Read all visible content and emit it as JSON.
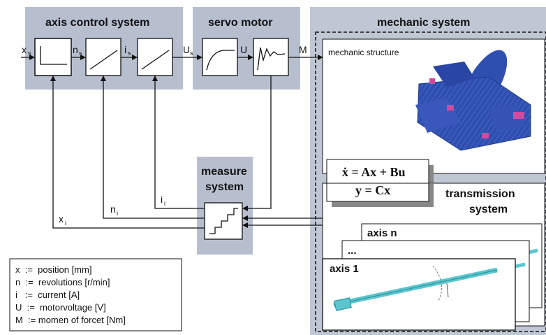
{
  "titles": {
    "axis_control": "axis control system",
    "servo": "servo motor",
    "mechanic": "mechanic system",
    "measure_1": "measure",
    "measure_2": "system",
    "mech_structure": "mechanic structure",
    "transmission_1": "transmission",
    "transmission_2": "system"
  },
  "signals": {
    "xs_main": "x",
    "xs_sub": "s",
    "ns_main": "n",
    "ns_sub": "s",
    "is_main": "i",
    "is_sub": "s",
    "us_main": "U",
    "us_sub": "s",
    "u": "U",
    "m": "M",
    "ii_main": "i",
    "ii_sub": "i",
    "ni_main": "n",
    "ni_sub": "i",
    "xi_main": "x",
    "xi_sub": "i"
  },
  "equation": {
    "line1": "ẋ = Ax + Bu",
    "line2": "y = Cx"
  },
  "axis_cards": [
    "axis n",
    "...",
    "axis 1"
  ],
  "legend": [
    "x  :=  position [mm]",
    "n  :=  revolutions [r/min]",
    "i   :=  current [A]",
    "U  :=  motorvoltage [V]",
    "M  := momen of forcet [Nm]"
  ],
  "colors": {
    "panel": "#b7bfcf",
    "mech_panel": "#c0c7d4",
    "machine": "#2f4fb0",
    "shaft": "#5cc6cf"
  }
}
